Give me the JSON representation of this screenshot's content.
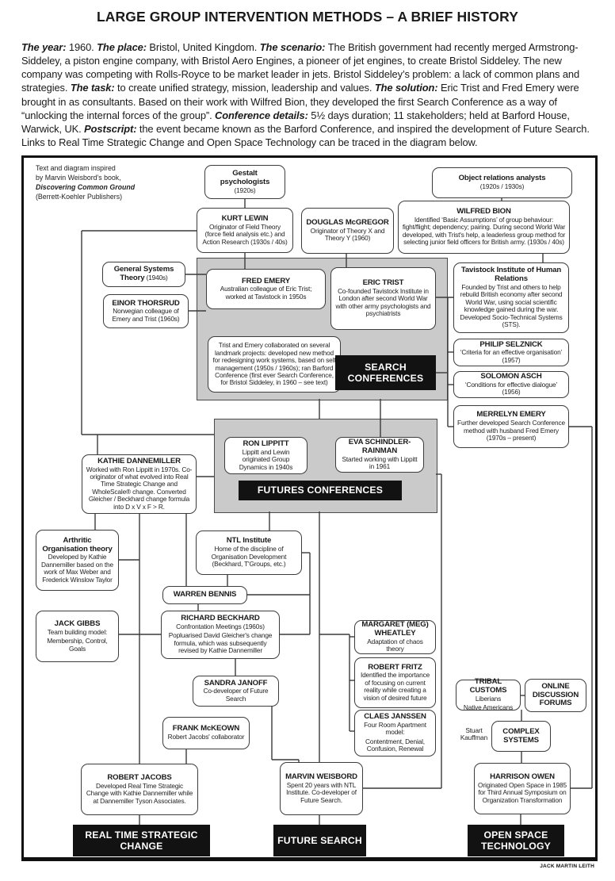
{
  "title": "LARGE GROUP INTERVENTION METHODS – A BRIEF HISTORY",
  "intro": {
    "segments": [
      {
        "em": true,
        "text": "The year: "
      },
      {
        "em": false,
        "text": "1960. "
      },
      {
        "em": true,
        "text": "The place: "
      },
      {
        "em": false,
        "text": "Bristol, United Kingdom. "
      },
      {
        "em": true,
        "text": "The scenario: "
      },
      {
        "em": false,
        "text": "The British government had recently merged Armstrong-Siddeley, a piston engine company, with Bristol Aero Engines, a pioneer of jet engines, to create Bristol Siddeley. The new company was competing with Rolls-Royce to be market leader in jets. Bristol Siddeley’s problem: a lack of common plans and strategies. "
      },
      {
        "em": true,
        "text": "The task: "
      },
      {
        "em": false,
        "text": "to create unified strategy, mission, leadership and values. "
      },
      {
        "em": true,
        "text": "The solution: "
      },
      {
        "em": false,
        "text": "Eric Trist and Fred Emery were brought in as consultants. Based on their work with Wilfred Bion, they developed the first Search Conference as a way of “unlocking the internal forces of the group”. "
      },
      {
        "em": true,
        "text": "Conference details: "
      },
      {
        "em": false,
        "text": "5½ days duration; 11 stakeholders; held at Barford House, Warwick, UK. "
      },
      {
        "em": true,
        "text": "Postscript: "
      },
      {
        "em": false,
        "text": "the event became known as the Barford Conference, and inspired the development of Future Search. Links to Real Time Strategic Change and Open Space Technology can be traced in the diagram below."
      }
    ]
  },
  "credit": {
    "lines": [
      {
        "em": false,
        "text": "Text and diagram inspired"
      },
      {
        "em": false,
        "text": "by Marvin Weisbord's book,"
      },
      {
        "em": true,
        "text": "Discovering Common Ground"
      },
      {
        "em": false,
        "text": "(Berrett-Koehler Publishers)"
      }
    ]
  },
  "footer": {
    "author": "JACK MARTIN LEITH"
  },
  "colors": {
    "panel_gray": "#cacaca",
    "box_border": "#3c3c3c",
    "black_box": "#121212"
  },
  "diagram": {
    "boxes": [
      {
        "id": "gestalt-psychologists",
        "title": "Gestalt psychologists",
        "sub": "(1920s)"
      },
      {
        "id": "object-relations-analysts",
        "title": "Object relations analysts",
        "sub": "(1920s / 1930s)"
      },
      {
        "id": "kurt-lewin",
        "title": "KURT LEWIN",
        "lines": [
          "Originator of Field Theory (force field analysis etc.) and Action Research  (1930s / 40s)"
        ]
      },
      {
        "id": "douglas-mcgregor",
        "title": "DOUGLAS McGREGOR",
        "lines": [
          "Originator of Theory X and Theory Y (1960)"
        ]
      },
      {
        "id": "wilfred-bion",
        "title": "WILFRED BION",
        "lines": [
          "Identified ‘Basic Assumptions’ of group behaviour: fight/flight; dependency; pairing. During second World War developed, with Trist's help, a leaderless group method for selecting junior field officers for British army. (1930s / 40s)"
        ]
      },
      {
        "id": "general-systems-theory",
        "title": "General Systems Theory",
        "suffix": "(1940s)"
      },
      {
        "id": "einor-thorsrud",
        "title": "EINOR THORSRUD",
        "lines": [
          "Norwegian colleague of Emery and Trist (1960s)"
        ]
      },
      {
        "id": "fred-emery",
        "title": "FRED EMERY",
        "lines": [
          "Australian colleague of Eric Trist; worked at Tavistock in 1950s"
        ]
      },
      {
        "id": "eric-trist",
        "title": "ERIC TRIST",
        "lines": [
          "Co-founded Tavistock Institute in London after second World War with other army psychologists and psychiatrists"
        ]
      },
      {
        "id": "trist-emery-collaboration",
        "lines": [
          "Trist and Emery collaborated on several landmark projects: developed new method for redesigning work systems, based on self management (1950s / 1960s); ran Barford Conference (first ever Search Conference, for Bristol Siddeley, in 1960 – see text)"
        ]
      },
      {
        "id": "search-conferences",
        "variant": "black",
        "title": "SEARCH CONFERENCES"
      },
      {
        "id": "tavistock-institute",
        "title": "Tavistock Institute of Human Relations",
        "lines": [
          "Founded by Trist and others to help rebuild British economy after second World War, using social scientific knowledge gained during the war. Developed Socio-Technical Systems  (STS)."
        ]
      },
      {
        "id": "philip-selznick",
        "title": "PHILIP SELZNICK",
        "lines": [
          "‘Criteria for an effective organisation’  (1957)"
        ]
      },
      {
        "id": "solomon-asch",
        "title": "SOLOMON ASCH",
        "lines": [
          "‘Conditions for effective dialogue’  (1956)"
        ]
      },
      {
        "id": "merrelyn-emery",
        "title": "MERRELYN EMERY",
        "lines": [
          "Further developed Search Conference method with husband Fred Emery (1970s – present)"
        ]
      },
      {
        "id": "ron-lippitt",
        "title": "RON LIPPITT",
        "lines": [
          "Lippitt and Lewin originated Group Dynamics in 1940s"
        ]
      },
      {
        "id": "eva-schindler-rainman",
        "title": "EVA SCHINDLER-RAINMAN",
        "lines": [
          "Started working with Lippitt in 1961"
        ]
      },
      {
        "id": "futures-conferences",
        "variant": "black",
        "title": "FUTURES CONFERENCES"
      },
      {
        "id": "kathie-dannemiller",
        "title": "KATHIE DANNEMILLER",
        "lines": [
          "Worked with Ron Lippitt in 1970s. Co-originator of what evolved into Real Time Strategic Change and WholeScale® change. Converted Gleicher / Beckhard change formula into D x V x F > R."
        ]
      },
      {
        "id": "arthritic-organisation-theory",
        "title": "Arthritic Organisation theory",
        "lines": [
          "Developed by Kathie Dannemiller based on the work of Max Weber and Frederick Winslow Taylor"
        ]
      },
      {
        "id": "ntl-institute",
        "title": "NTL Institute",
        "lines": [
          "Home of the discipline of Organisation Development (Beckhard, T'Groups, etc.)"
        ]
      },
      {
        "id": "warren-bennis",
        "title": "WARREN BENNIS"
      },
      {
        "id": "jack-gibbs",
        "title": "JACK GIBBS",
        "lines": [
          "Team building model:",
          "Membership, Control, Goals"
        ]
      },
      {
        "id": "richard-beckhard",
        "title": "RICHARD BECKHARD",
        "lines": [
          "Confrontation Meetings  (1960s)",
          "Popluarised David Gleicher's change formula, which was subsequently revised by Kathie Dannemiller"
        ]
      },
      {
        "id": "sandra-janoff",
        "title": "SANDRA JANOFF",
        "lines": [
          "Co-developer of Future Search"
        ]
      },
      {
        "id": "frank-mckeown",
        "title": "FRANK McKEOWN",
        "lines": [
          "Robert Jacobs' collaborator"
        ]
      },
      {
        "id": "margaret-wheatley",
        "title": "MARGARET (MEG) WHEATLEY",
        "lines": [
          "Adaptation of chaos theory"
        ]
      },
      {
        "id": "robert-fritz",
        "title": "ROBERT FRITZ",
        "lines": [
          "Identified the importance of focusing on current reality while creating a vision of desired future"
        ]
      },
      {
        "id": "claes-janssen",
        "title": "CLAES JANSSEN",
        "lines": [
          "Four Room Apartment model:",
          "Contentment, Denial, Confusion, Renewal"
        ]
      },
      {
        "id": "tribal-customs",
        "title": "TRIBAL CUSTOMS",
        "lines": [
          "Liberians",
          "Native Americans"
        ]
      },
      {
        "id": "online-discussion-forums",
        "title": "ONLINE DISCUSSION FORUMS"
      },
      {
        "id": "stuart-kauffman",
        "variant": "bare",
        "lines": [
          "Stuart Kauffman"
        ]
      },
      {
        "id": "complex-systems",
        "title": "COMPLEX SYSTEMS"
      },
      {
        "id": "robert-jacobs",
        "title": "ROBERT JACOBS",
        "lines": [
          "Developed Real Time Strategic Change with Kathie Dannemiller while at Dannemiller Tyson Associates."
        ]
      },
      {
        "id": "marvin-weisbord",
        "title": "MARVIN WEISBORD",
        "lines": [
          "Spent 20 years with NTL Institute. Co-developer of Future Search."
        ]
      },
      {
        "id": "harrison-owen",
        "title": "HARRISON OWEN",
        "lines": [
          "Originated Open Space in 1985 for Third Annual Symposium on Organization Transformation"
        ]
      },
      {
        "id": "real-time-strategic-change",
        "variant": "black",
        "title": "REAL TIME STRATEGIC CHANGE"
      },
      {
        "id": "future-search",
        "variant": "black",
        "title": "FUTURE SEARCH"
      },
      {
        "id": "open-space-technology",
        "variant": "black",
        "title": "OPEN SPACE TECHNOLOGY"
      }
    ]
  }
}
